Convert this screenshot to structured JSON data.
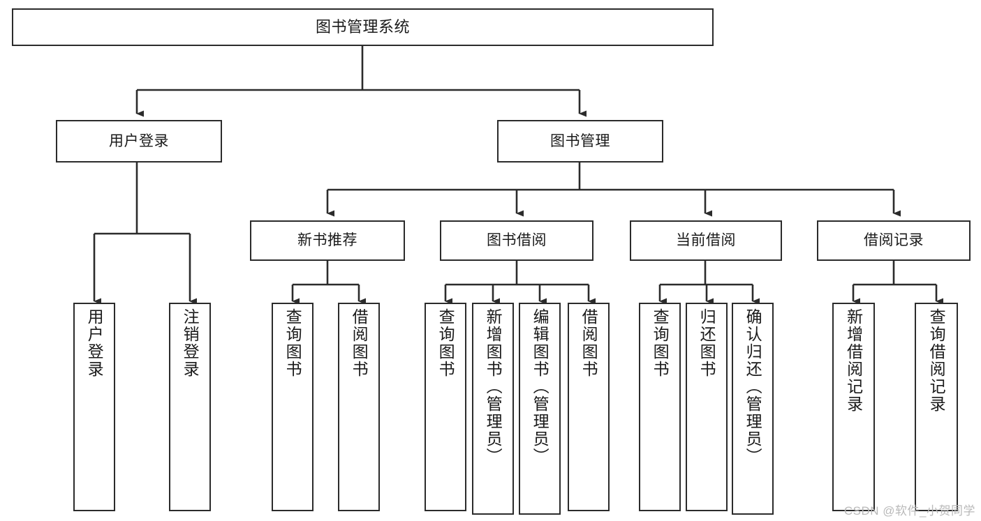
{
  "diagram": {
    "title": "图书管理系统",
    "type": "hierarchy-tree",
    "watermark": "CSDN @软件_小贺同学",
    "colors": {
      "stroke": "#2b2b2b",
      "fill": "#ffffff",
      "text": "#1a1a1a",
      "watermark": "#b9b9b9"
    },
    "nodes": {
      "root": {
        "label": "图书管理系统"
      },
      "level2": [
        {
          "id": "user-login",
          "label": "用户登录"
        },
        {
          "id": "book-manage",
          "label": "图书管理"
        }
      ],
      "level3": [
        {
          "id": "new-book-recommend",
          "label": "新书推荐"
        },
        {
          "id": "book-borrow",
          "label": "图书借阅"
        },
        {
          "id": "current-borrow",
          "label": "当前借阅"
        },
        {
          "id": "borrow-record",
          "label": "借阅记录"
        }
      ],
      "leaves": {
        "user_login": [
          {
            "id": "leaf-user-login",
            "label": "用户登录"
          },
          {
            "id": "leaf-logout",
            "label": "注销登录"
          }
        ],
        "new_book_recommend": [
          {
            "id": "leaf-query-book-1",
            "label": "查询图书"
          },
          {
            "id": "leaf-borrow-book-1",
            "label": "借阅图书"
          }
        ],
        "book_borrow": [
          {
            "id": "leaf-query-book-2",
            "label": "查询图书"
          },
          {
            "id": "leaf-add-book",
            "label": "新增图书（管理员）"
          },
          {
            "id": "leaf-edit-book",
            "label": "编辑图书（管理员）"
          },
          {
            "id": "leaf-borrow-book-2",
            "label": "借阅图书"
          }
        ],
        "current_borrow": [
          {
            "id": "leaf-query-book-3",
            "label": "查询图书"
          },
          {
            "id": "leaf-return-book",
            "label": "归还图书"
          },
          {
            "id": "leaf-confirm-return",
            "label": "确认归还（管理员）"
          }
        ],
        "borrow_record": [
          {
            "id": "leaf-add-record",
            "label": "新增借阅记录"
          },
          {
            "id": "leaf-query-record",
            "label": "查询借阅记录"
          }
        ]
      }
    }
  }
}
